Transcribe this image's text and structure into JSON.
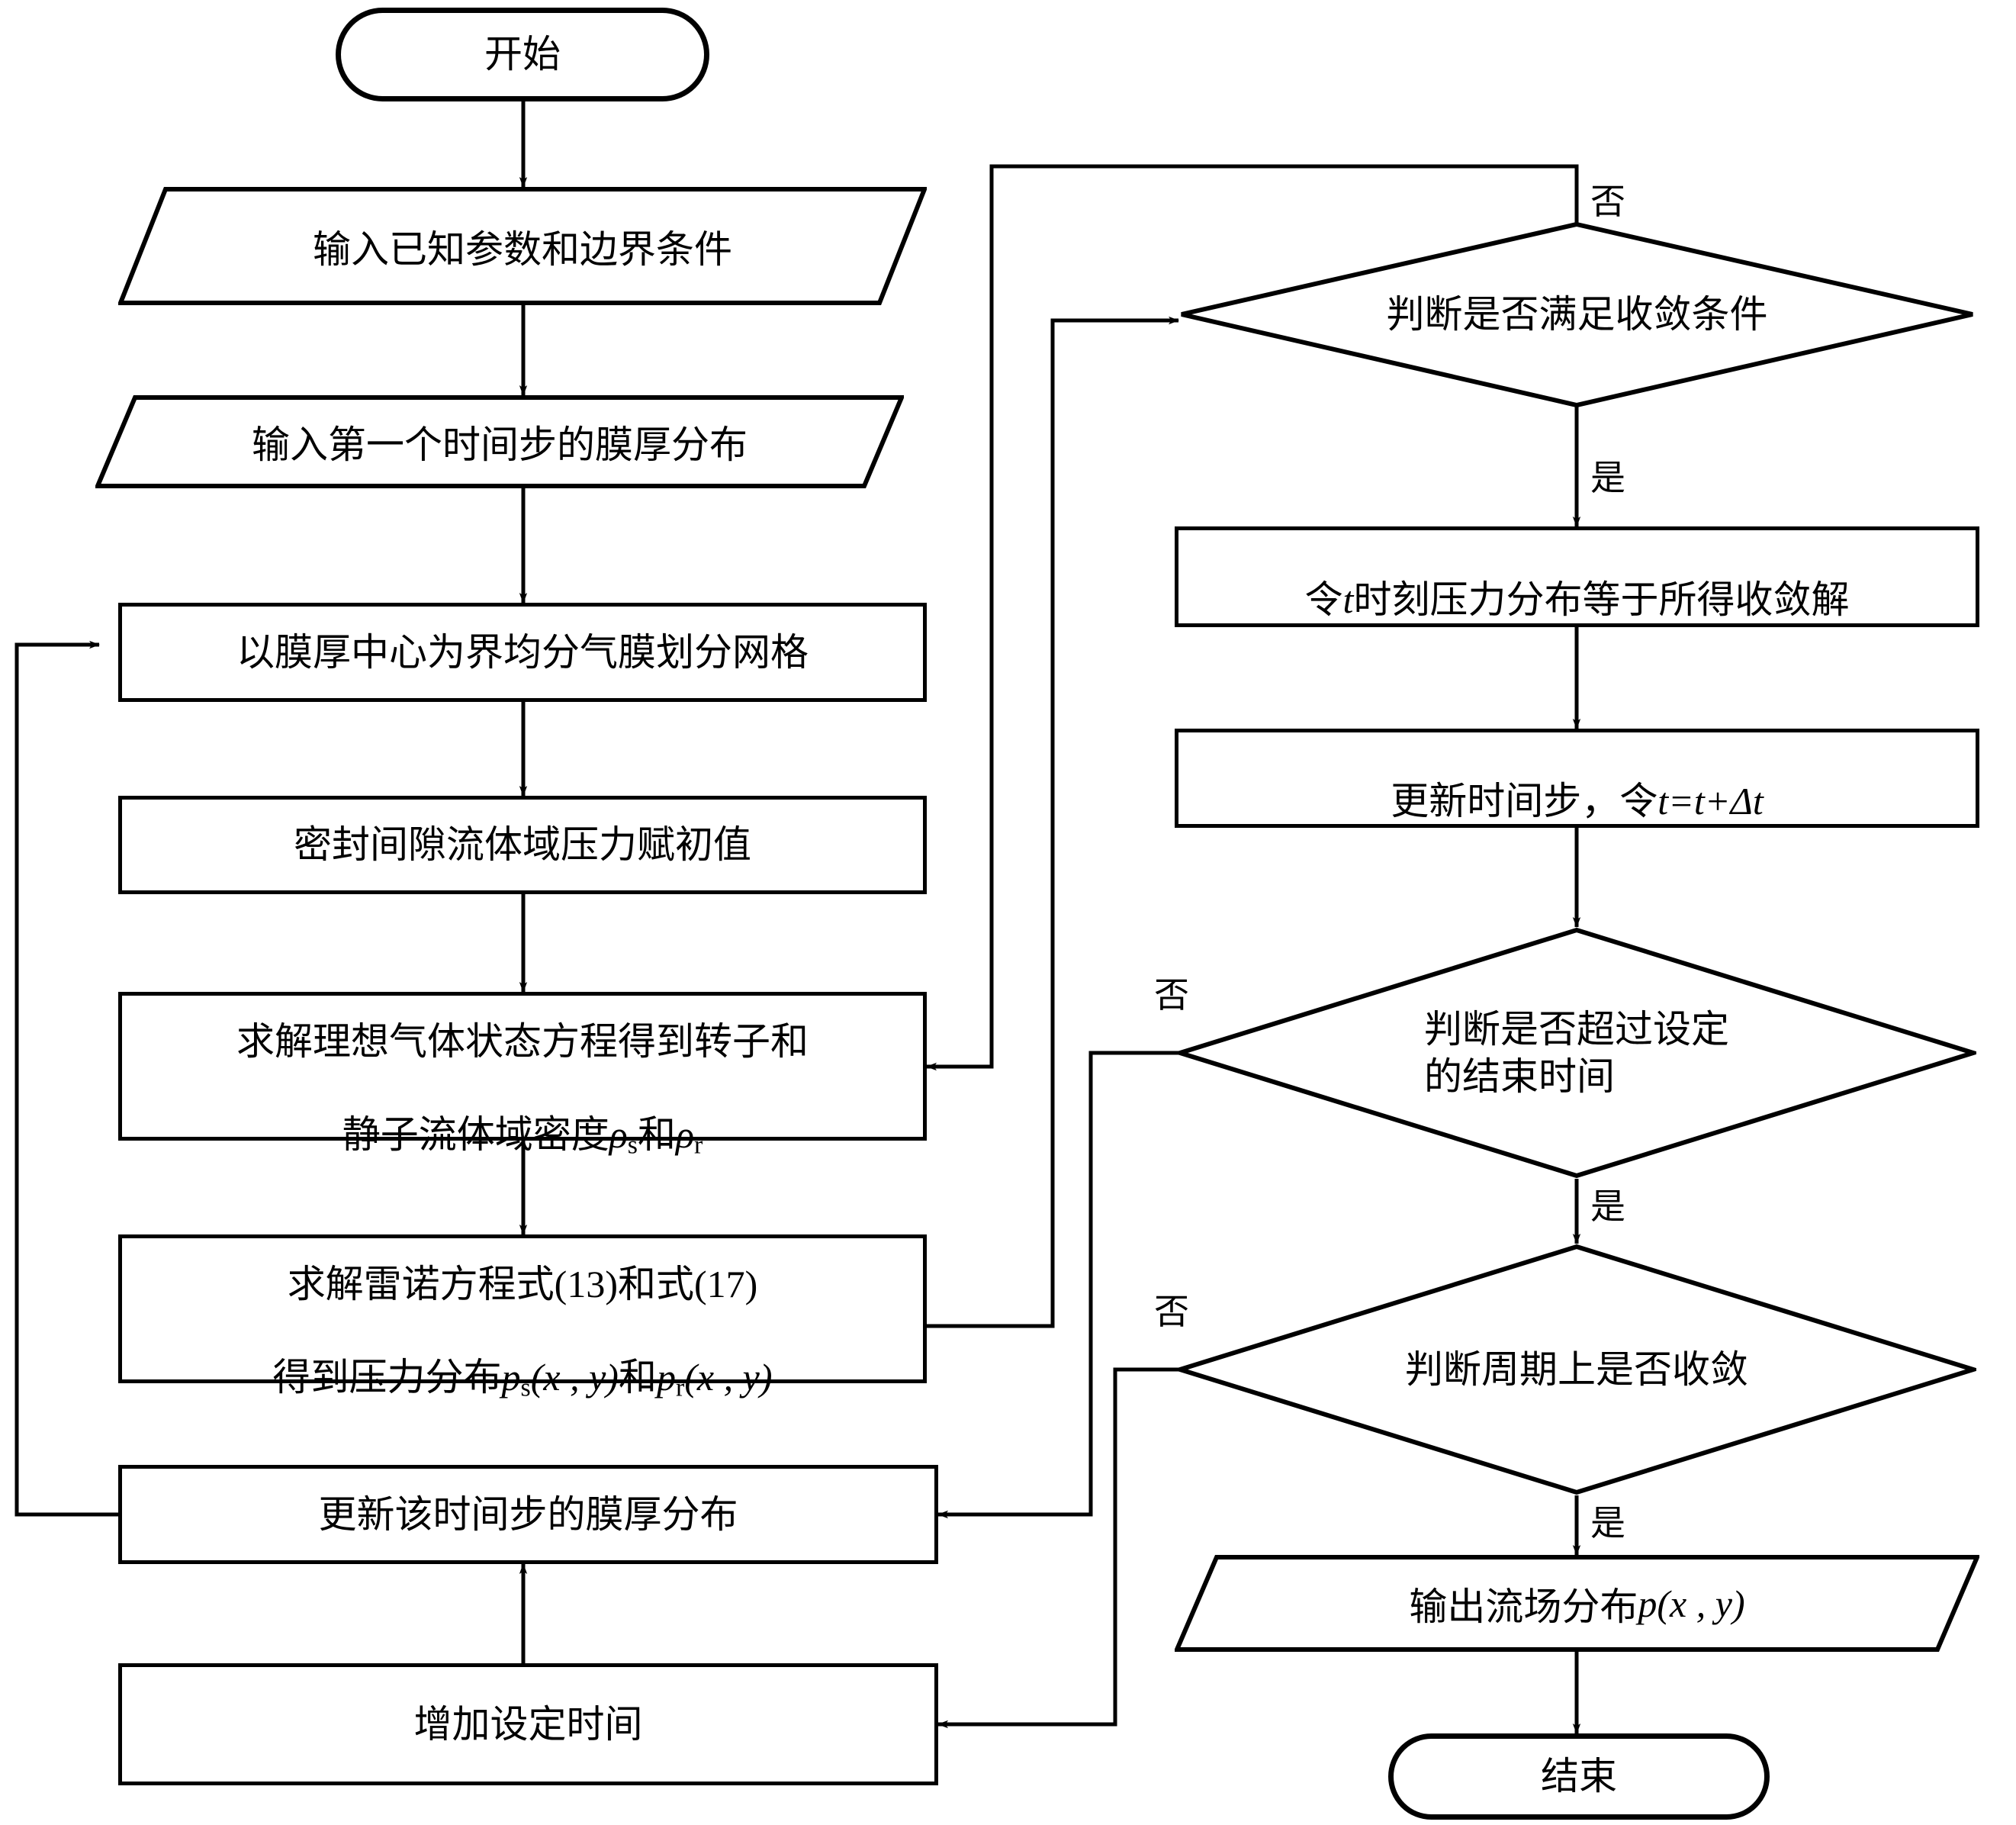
{
  "diagram": {
    "title": "气膜密封瞬态流场数值计算流程图",
    "line_color": "#000000",
    "background": "#ffffff",
    "nodes": {
      "start": {
        "label": "开始",
        "shape": "terminator"
      },
      "input_params": {
        "label": "输入已知参数和边界条件",
        "shape": "parallelogram"
      },
      "input_film": {
        "label": "输入第一个时间步的膜厚分布",
        "shape": "parallelogram"
      },
      "mesh": {
        "label": "以膜厚中心为界均分气膜划分网格",
        "shape": "rectangle"
      },
      "init_pressure": {
        "label": "密封间隙流体域压力赋初值",
        "shape": "rectangle"
      },
      "density": {
        "line1": "求解理想气体状态方程得到转子和",
        "line2_a": "静子流体域密度",
        "line2_rho_s": "ρ",
        "line2_sub_s": "s",
        "line2_and": "和",
        "line2_rho_r": "ρ",
        "line2_sub_r": "r",
        "shape": "rectangle"
      },
      "reynolds": {
        "line1": "求解雷诺方程式(13)和式(17)",
        "line2_a": "得到压力分布",
        "line2_p_s": "p",
        "line2_sub_s": "s",
        "line2_args_s": "(x , y)",
        "line2_and": "和",
        "line2_p_r": "p",
        "line2_sub_r": "r",
        "line2_args_r": "(x , y)",
        "shape": "rectangle"
      },
      "update_film": {
        "label": "更新该时间步的膜厚分布",
        "shape": "rectangle"
      },
      "add_time": {
        "label": "增加设定时间",
        "shape": "rectangle"
      },
      "check_converge": {
        "label": "判断是否满足收敛条件",
        "shape": "diamond"
      },
      "set_pressure": {
        "pre": "令",
        "var": "t",
        "post": "时刻压力分布等于所得收敛解",
        "shape": "rectangle"
      },
      "update_step": {
        "pre": "更新时间步，令",
        "expr": "t=t+Δt",
        "shape": "rectangle"
      },
      "check_endtime": {
        "label": "判断是否超过设定\n的结束时间",
        "shape": "diamond"
      },
      "check_period": {
        "label": "判断周期上是否收敛",
        "shape": "diamond"
      },
      "output": {
        "pre": "输出流场分布",
        "var": "p",
        "args": "(x , y)",
        "shape": "parallelogram"
      },
      "end": {
        "label": "结束",
        "shape": "terminator"
      }
    },
    "edge_labels": {
      "converge_no": "否",
      "converge_yes": "是",
      "endtime_no": "否",
      "endtime_yes": "是",
      "period_no": "否",
      "period_yes": "是"
    }
  }
}
